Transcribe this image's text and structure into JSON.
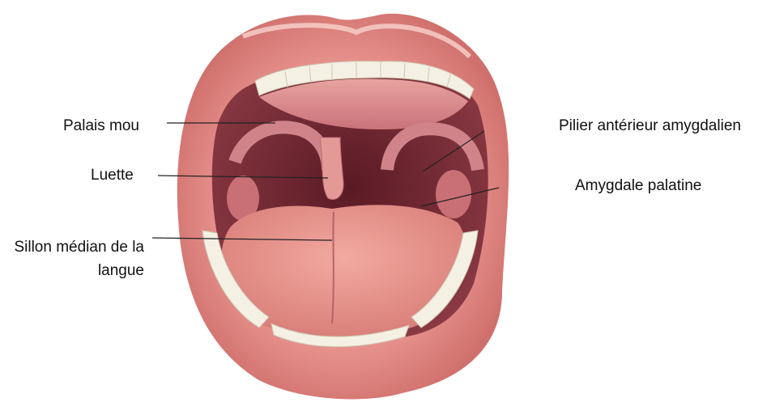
{
  "labels": {
    "palais_mou": "Palais mou",
    "luette": "Luette",
    "sillon_median": "Sillon médian de la langue",
    "pilier_anterieur": "Pilier antérieur amygdalien",
    "amygdale_palatine": "Amygdale palatine"
  },
  "colors": {
    "lips": "#e58f8a",
    "lip_highlight": "#f5c2bb",
    "oral_cavity": "#7a2a35",
    "palate": "#d98a8a",
    "tongue": "#e8988f",
    "teeth": "#f4f0e4",
    "leader_line": "#222222"
  }
}
